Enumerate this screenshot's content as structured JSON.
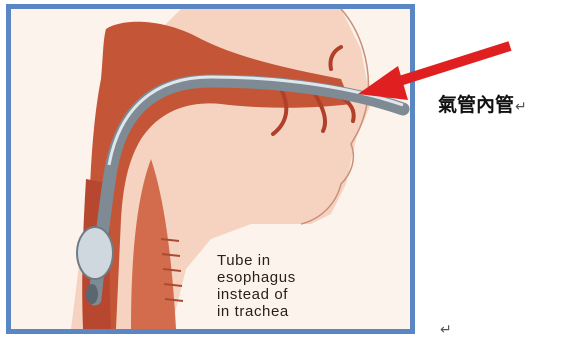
{
  "image": {
    "caption_lines": [
      "Tube in",
      "esophagus",
      "instead of",
      "in trachea"
    ]
  },
  "annotation": {
    "label": "氣管內管",
    "line_end_mark": "↵",
    "arrow_color": "#e02020"
  },
  "page": {
    "bottom_mark": "↵"
  },
  "colors": {
    "frame_border": "#5b86c4",
    "tissue": "#c65a3a",
    "skin": "#f3c9b3"
  }
}
